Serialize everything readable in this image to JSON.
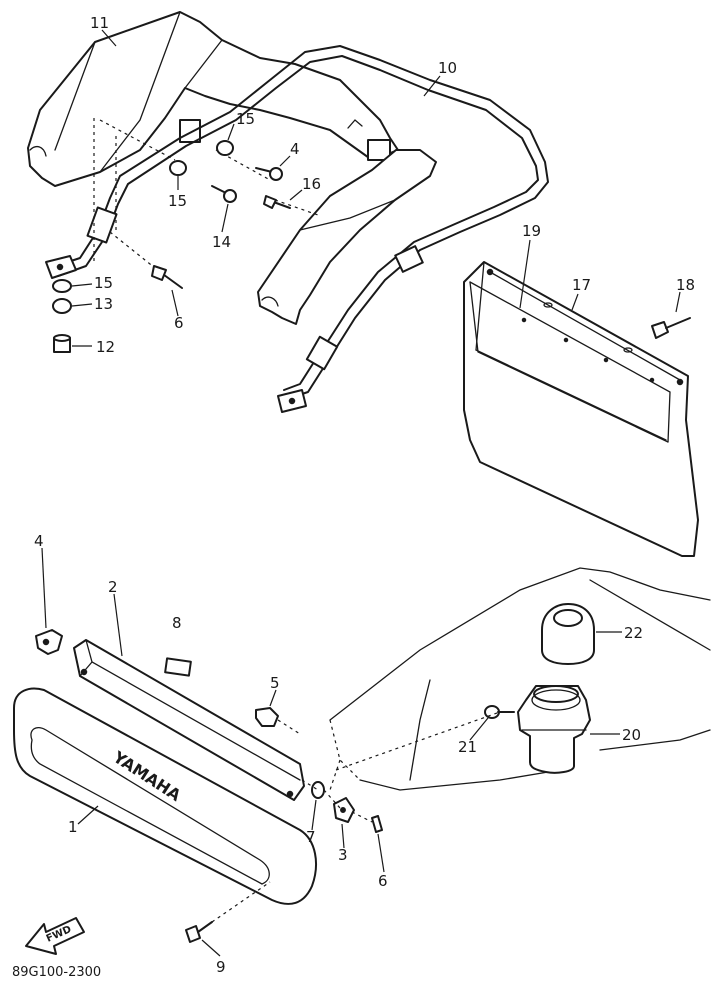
{
  "diagram": {
    "code": "89G100-2300",
    "fwd_label": "FWD",
    "logo_text": "YAMAHA"
  },
  "callouts": [
    {
      "key": "c11",
      "text": "11"
    },
    {
      "key": "c10",
      "text": "10"
    },
    {
      "key": "c15a",
      "text": "15"
    },
    {
      "key": "c4a",
      "text": "4"
    },
    {
      "key": "c15b",
      "text": "15"
    },
    {
      "key": "c16",
      "text": "16"
    },
    {
      "key": "c14",
      "text": "14"
    },
    {
      "key": "c15c",
      "text": "15"
    },
    {
      "key": "c13",
      "text": "13"
    },
    {
      "key": "c12",
      "text": "12"
    },
    {
      "key": "c6a",
      "text": "6"
    },
    {
      "key": "c19",
      "text": "19"
    },
    {
      "key": "c17",
      "text": "17"
    },
    {
      "key": "c18",
      "text": "18"
    },
    {
      "key": "c4b",
      "text": "4"
    },
    {
      "key": "c2",
      "text": "2"
    },
    {
      "key": "c8",
      "text": "8"
    },
    {
      "key": "c5",
      "text": "5"
    },
    {
      "key": "c22",
      "text": "22"
    },
    {
      "key": "c20",
      "text": "20"
    },
    {
      "key": "c21",
      "text": "21"
    },
    {
      "key": "c7",
      "text": "7"
    },
    {
      "key": "c3",
      "text": "3"
    },
    {
      "key": "c6b",
      "text": "6"
    },
    {
      "key": "c1",
      "text": "1"
    },
    {
      "key": "c9",
      "text": "9"
    }
  ]
}
